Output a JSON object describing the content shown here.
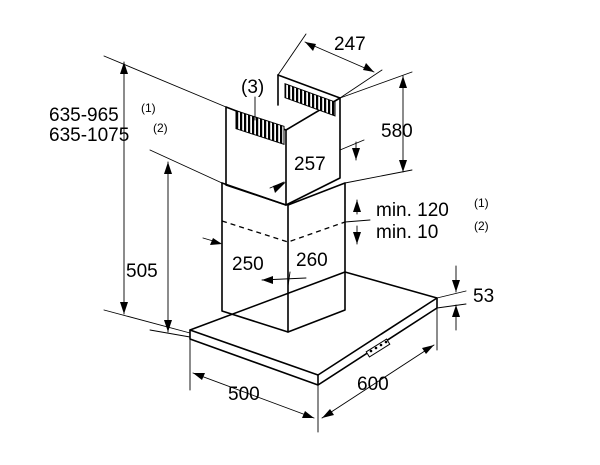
{
  "labels": {
    "overall_height_1": "635-965",
    "overall_height_1_note": "(1)",
    "overall_height_2": "635-1075",
    "overall_height_2_note": "(2)",
    "upper_chimney_part": "(3)",
    "chimney_depth_top": "247",
    "chimney_height": "580",
    "chimney_inner_depth": "257",
    "min_gap_1": "min. 120",
    "min_gap_1_note": "(1)",
    "min_gap_2": "min. 10",
    "min_gap_2_note": "(2)",
    "lower_height": "505",
    "chimney_width": "250",
    "chimney_depth": "260",
    "canopy_thickness": "53",
    "canopy_width": "500",
    "canopy_depth": "600"
  }
}
